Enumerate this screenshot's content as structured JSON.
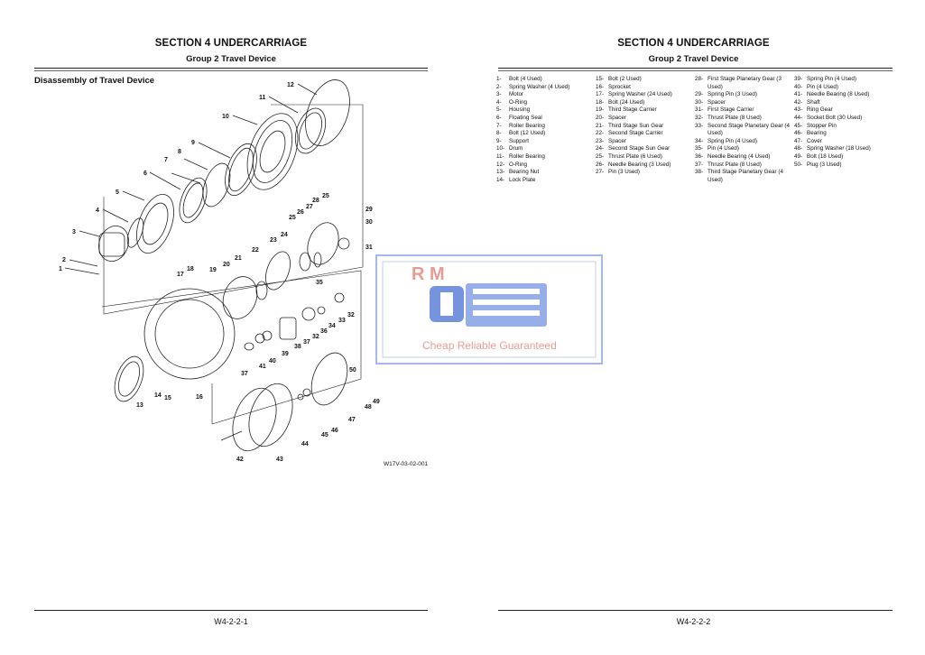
{
  "left_page": {
    "section_title": "SECTION 4 UNDERCARRIAGE",
    "group_title": "Group 2 Travel Device",
    "heading": "Disassembly of Travel Device",
    "figure_id": "W17V-03-02-001",
    "page_number": "W4-2-2-1",
    "callouts": [
      "1",
      "2",
      "3",
      "4",
      "5",
      "6",
      "7",
      "8",
      "9",
      "10",
      "11",
      "12",
      "13",
      "14",
      "15",
      "16",
      "17",
      "18",
      "19",
      "20",
      "21",
      "22",
      "23",
      "24",
      "25",
      "26",
      "27",
      "28",
      "25",
      "29",
      "30",
      "31",
      "35",
      "32",
      "33",
      "34",
      "36",
      "32",
      "37",
      "38",
      "39",
      "40",
      "41",
      "37",
      "50",
      "48",
      "49",
      "47",
      "46",
      "45",
      "44",
      "43",
      "42"
    ]
  },
  "right_page": {
    "section_title": "SECTION 4 UNDERCARRIAGE",
    "group_title": "Group 2 Travel Device",
    "page_number": "W4-2-2-2",
    "parts_columns": [
      [
        {
          "num": "1-",
          "name": "Bolt (4 Used)"
        },
        {
          "num": "2-",
          "name": "Spring Washer (4 Used)"
        },
        {
          "num": "3-",
          "name": "Motor"
        },
        {
          "num": "4-",
          "name": "O-Ring"
        },
        {
          "num": "5-",
          "name": "Housing"
        },
        {
          "num": "6-",
          "name": "Floating Seal"
        },
        {
          "num": "7-",
          "name": "Roller Bearing"
        },
        {
          "num": "8-",
          "name": "Bolt (12 Used)"
        },
        {
          "num": "9-",
          "name": "Support"
        },
        {
          "num": "10-",
          "name": "Drum"
        },
        {
          "num": "11-",
          "name": "Roller Bearing"
        },
        {
          "num": "12-",
          "name": "O-Ring"
        },
        {
          "num": "13-",
          "name": "Bearing Nut"
        },
        {
          "num": "14-",
          "name": "Lock Plate"
        }
      ],
      [
        {
          "num": "15-",
          "name": "Bolt (2 Used)"
        },
        {
          "num": "16-",
          "name": "Sprocket"
        },
        {
          "num": "17-",
          "name": "Spring Washer (24 Used)"
        },
        {
          "num": "18-",
          "name": "Bolt (24 Used)"
        },
        {
          "num": "19-",
          "name": "Third Stage Carrier"
        },
        {
          "num": "20-",
          "name": "Spacer"
        },
        {
          "num": "21-",
          "name": "Third Stage Sun Gear"
        },
        {
          "num": "22-",
          "name": "Second Stage Carrier"
        },
        {
          "num": "23-",
          "name": "Spacer"
        },
        {
          "num": "24-",
          "name": "Second Stage Sun Gear"
        },
        {
          "num": "25-",
          "name": "Thrust Plate (6 Used)"
        },
        {
          "num": "26-",
          "name": "Needle Bearing (3 Used)"
        },
        {
          "num": "27-",
          "name": "Pin (3 Used)"
        }
      ],
      [
        {
          "num": "28-",
          "name": "First Stage Planetary Gear (3 Used)"
        },
        {
          "num": "29-",
          "name": "Spring Pin (3 Used)"
        },
        {
          "num": "30-",
          "name": "Spacer"
        },
        {
          "num": "31-",
          "name": "First Stage Carrier"
        },
        {
          "num": "32-",
          "name": "Thrust Plate (8 Used)"
        },
        {
          "num": "33-",
          "name": "Second Stage Planetary Gear (4 Used)"
        },
        {
          "num": "34-",
          "name": "Spring Pin (4 Used)"
        },
        {
          "num": "35-",
          "name": "Pin (4 Used)"
        },
        {
          "num": "36-",
          "name": "Needle Bearing (4 Used)"
        },
        {
          "num": "37-",
          "name": "Thrust Plate (8 Used)"
        },
        {
          "num": "38-",
          "name": "Third Stage Planetary Gear (4 Used)"
        }
      ],
      [
        {
          "num": "39-",
          "name": "Spring Pin (4 Used)"
        },
        {
          "num": "40-",
          "name": "Pin (4 Used)"
        },
        {
          "num": "41-",
          "name": "Needle Bearing (8 Used)"
        },
        {
          "num": "42-",
          "name": "Shaft"
        },
        {
          "num": "43-",
          "name": "Ring Gear"
        },
        {
          "num": "44-",
          "name": "Socket Bolt (30 Used)"
        },
        {
          "num": "45-",
          "name": "Stopper Pin"
        },
        {
          "num": "46-",
          "name": "Bearing"
        },
        {
          "num": "47-",
          "name": "Cover"
        },
        {
          "num": "48-",
          "name": "Spring Washer (18 Used)"
        },
        {
          "num": "49-",
          "name": "Bolt (18 Used)"
        },
        {
          "num": "50-",
          "name": "Plug (3 Used)"
        }
      ]
    ]
  },
  "watermark": {
    "logo_text": "R M",
    "tagline": "Cheap Reliable Guaranteed"
  }
}
